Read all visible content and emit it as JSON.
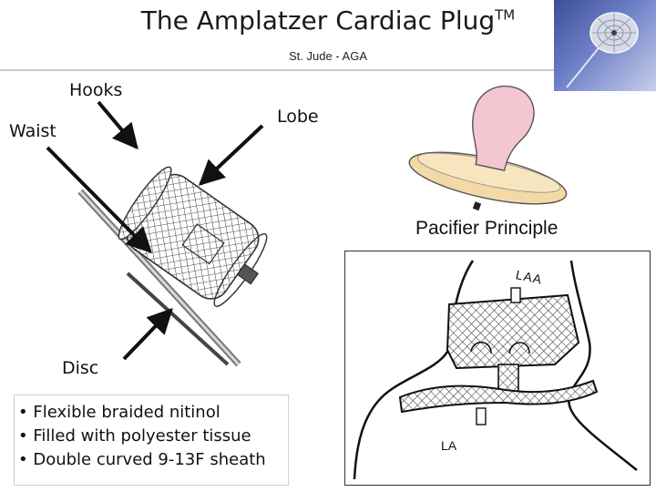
{
  "title": {
    "main": "The Amplatzer Cardiac Plug",
    "tm": "TM"
  },
  "subtitle": "St. Jude - AGA",
  "device_labels": {
    "hooks": "Hooks",
    "waist": "Waist",
    "lobe": "Lobe",
    "disc": "Disc"
  },
  "pacifier_label": "Pacifier Principle",
  "anatomy_labels": {
    "laa": "LAA",
    "la": "LA"
  },
  "features": [
    "Flexible braided nitinol",
    "Filled with polyester tissue",
    "Double curved 9-13F sheath"
  ],
  "colors": {
    "thumbnail_bg": "#3c4e96",
    "pacifier_bulb": "#f4c6d2",
    "pacifier_shield": "#f3d9a6"
  }
}
